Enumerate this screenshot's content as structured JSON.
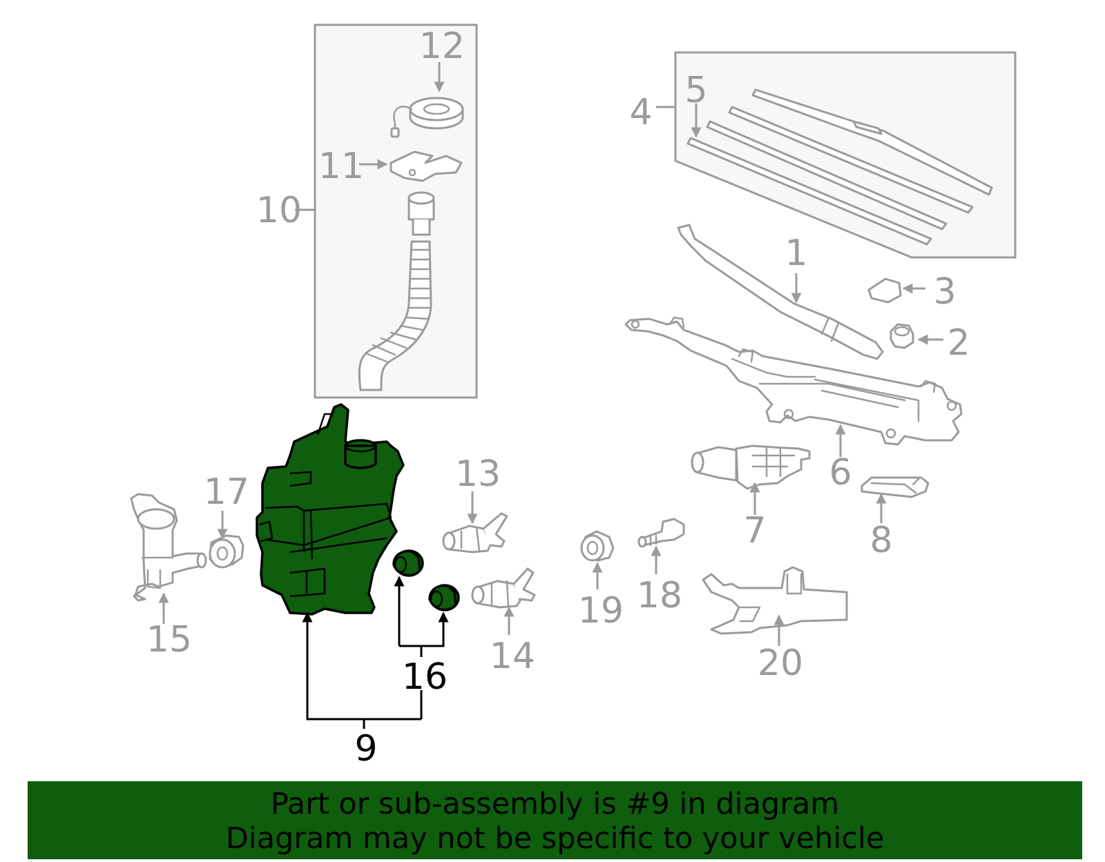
{
  "diagram": {
    "highlighted_part": "9",
    "colors": {
      "highlight": "#0e5e0e",
      "part_outline": "#9b9b9b",
      "highlight_text": "#000000"
    },
    "labels": {
      "p1": "1",
      "p2": "2",
      "p3": "3",
      "p4": "4",
      "p5": "5",
      "p6": "6",
      "p7": "7",
      "p8": "8",
      "p9": "9",
      "p10": "10",
      "p11": "11",
      "p12": "12",
      "p13": "13",
      "p14": "14",
      "p15": "15",
      "p16": "16",
      "p17": "17",
      "p18": "18",
      "p19": "19",
      "p20": "20"
    }
  },
  "banner": {
    "line1": "Part or sub-assembly is #9 in diagram",
    "line2": "Diagram may not be specific to your vehicle"
  }
}
